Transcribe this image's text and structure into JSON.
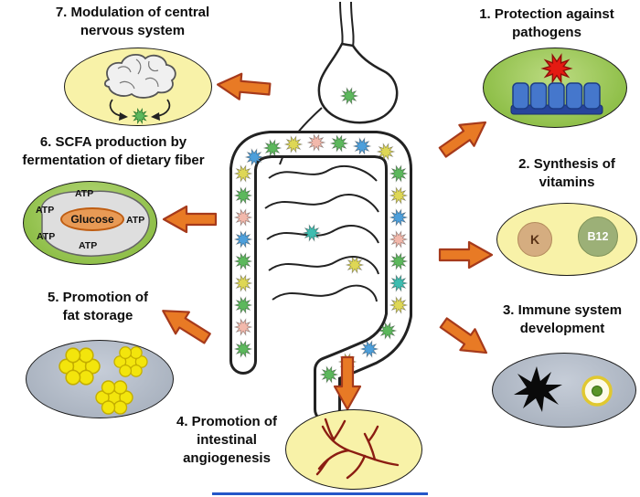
{
  "palette": {
    "arrow_fill": "#e87a25",
    "arrow_stroke": "#a63a1b",
    "ellipse_yellow": "#f8f2a8",
    "ellipse_green": "#8fbf49",
    "ellipse_gray": "#a9b2bf",
    "vitamin_k": "#d5ad80",
    "vitamin_b12": "#9cb077",
    "fat": "#f3e50c",
    "vessel": "#8b1d12",
    "pathogen": "#e41b12",
    "epithelium": "#4577cc",
    "microbe_colors": [
      "#5cb85c",
      "#ded755",
      "#4d9fdb",
      "#f2b8ab",
      "#3dbdb0"
    ]
  },
  "functions": [
    {
      "id": "1",
      "label": "1.  Protection against\npathogens"
    },
    {
      "id": "2",
      "label": "2.  Synthesis of\nvitamins"
    },
    {
      "id": "3",
      "label": "3.  Immune system\ndevelopment"
    },
    {
      "id": "4",
      "label": "4.  Promotion of\nintestinal\nangiogenesis"
    },
    {
      "id": "5",
      "label": "5.  Promotion of\nfat storage"
    },
    {
      "id": "6",
      "label": "6.  SCFA production by\nfermentation of dietary fiber"
    },
    {
      "id": "7",
      "label": "7.  Modulation of central\nnervous system"
    }
  ],
  "vitamins": {
    "k": "K",
    "b12": "B12"
  },
  "scfa": {
    "glucose": "Glucose",
    "atp": "ATP"
  }
}
